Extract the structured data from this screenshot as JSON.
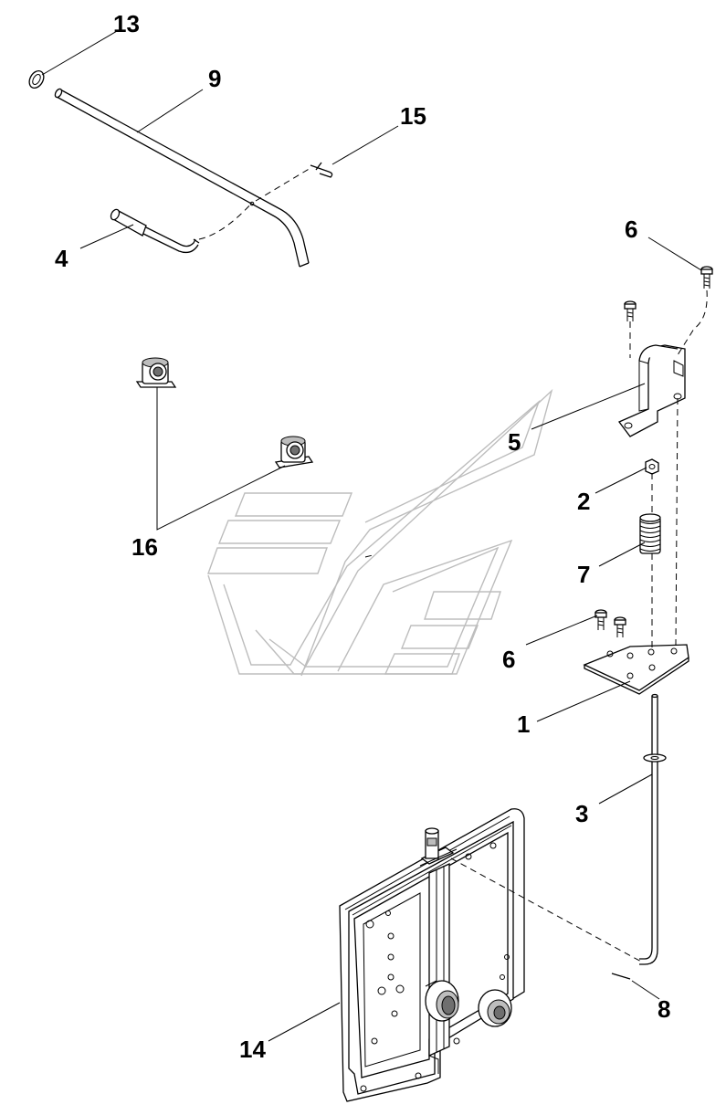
{
  "labels": {
    "p13": "13",
    "p9": "9",
    "p15": "15",
    "p4": "4",
    "p6_top": "6",
    "p5": "5",
    "p2": "2",
    "p16": "16",
    "p7": "7",
    "p6_mid": "6",
    "p1": "1",
    "p3": "3",
    "p8": "8",
    "p14": "14"
  },
  "colors": {
    "ink": "#000000",
    "watermark": "#bdbdbd",
    "background": "#ffffff"
  }
}
